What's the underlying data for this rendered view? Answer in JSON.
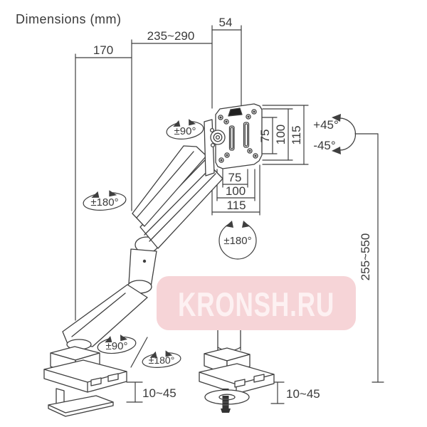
{
  "title": "Dimensions (mm)",
  "watermark": {
    "text": "KRONSH.RU",
    "bg_color": "#f6d4d7",
    "text_color": "#fdf1f2"
  },
  "colors": {
    "line": "#3f3f3f",
    "text": "#3a3a3a",
    "background": "#ffffff",
    "clip_dark": "#1f1f1f"
  },
  "dimensions": {
    "head_width": "54",
    "arm_reach": "235~290",
    "rear_offset": "170",
    "vesa_vertical": {
      "v75": "75",
      "v100": "100",
      "v115": "115"
    },
    "vesa_horizontal": {
      "h75": "75",
      "h100": "100",
      "h115": "115"
    },
    "tilt_up": "+45°",
    "tilt_down": "-45°",
    "height_range": "255~550",
    "desk_thickness_clamp": "10~45",
    "desk_thickness_grommet": "10~45"
  },
  "rotations": {
    "head_swivel": "±90°",
    "arm_rotate": "±180°",
    "vesa_rotate": "±180°",
    "base_swivel": "±90°",
    "base_rotate": "±180°"
  }
}
